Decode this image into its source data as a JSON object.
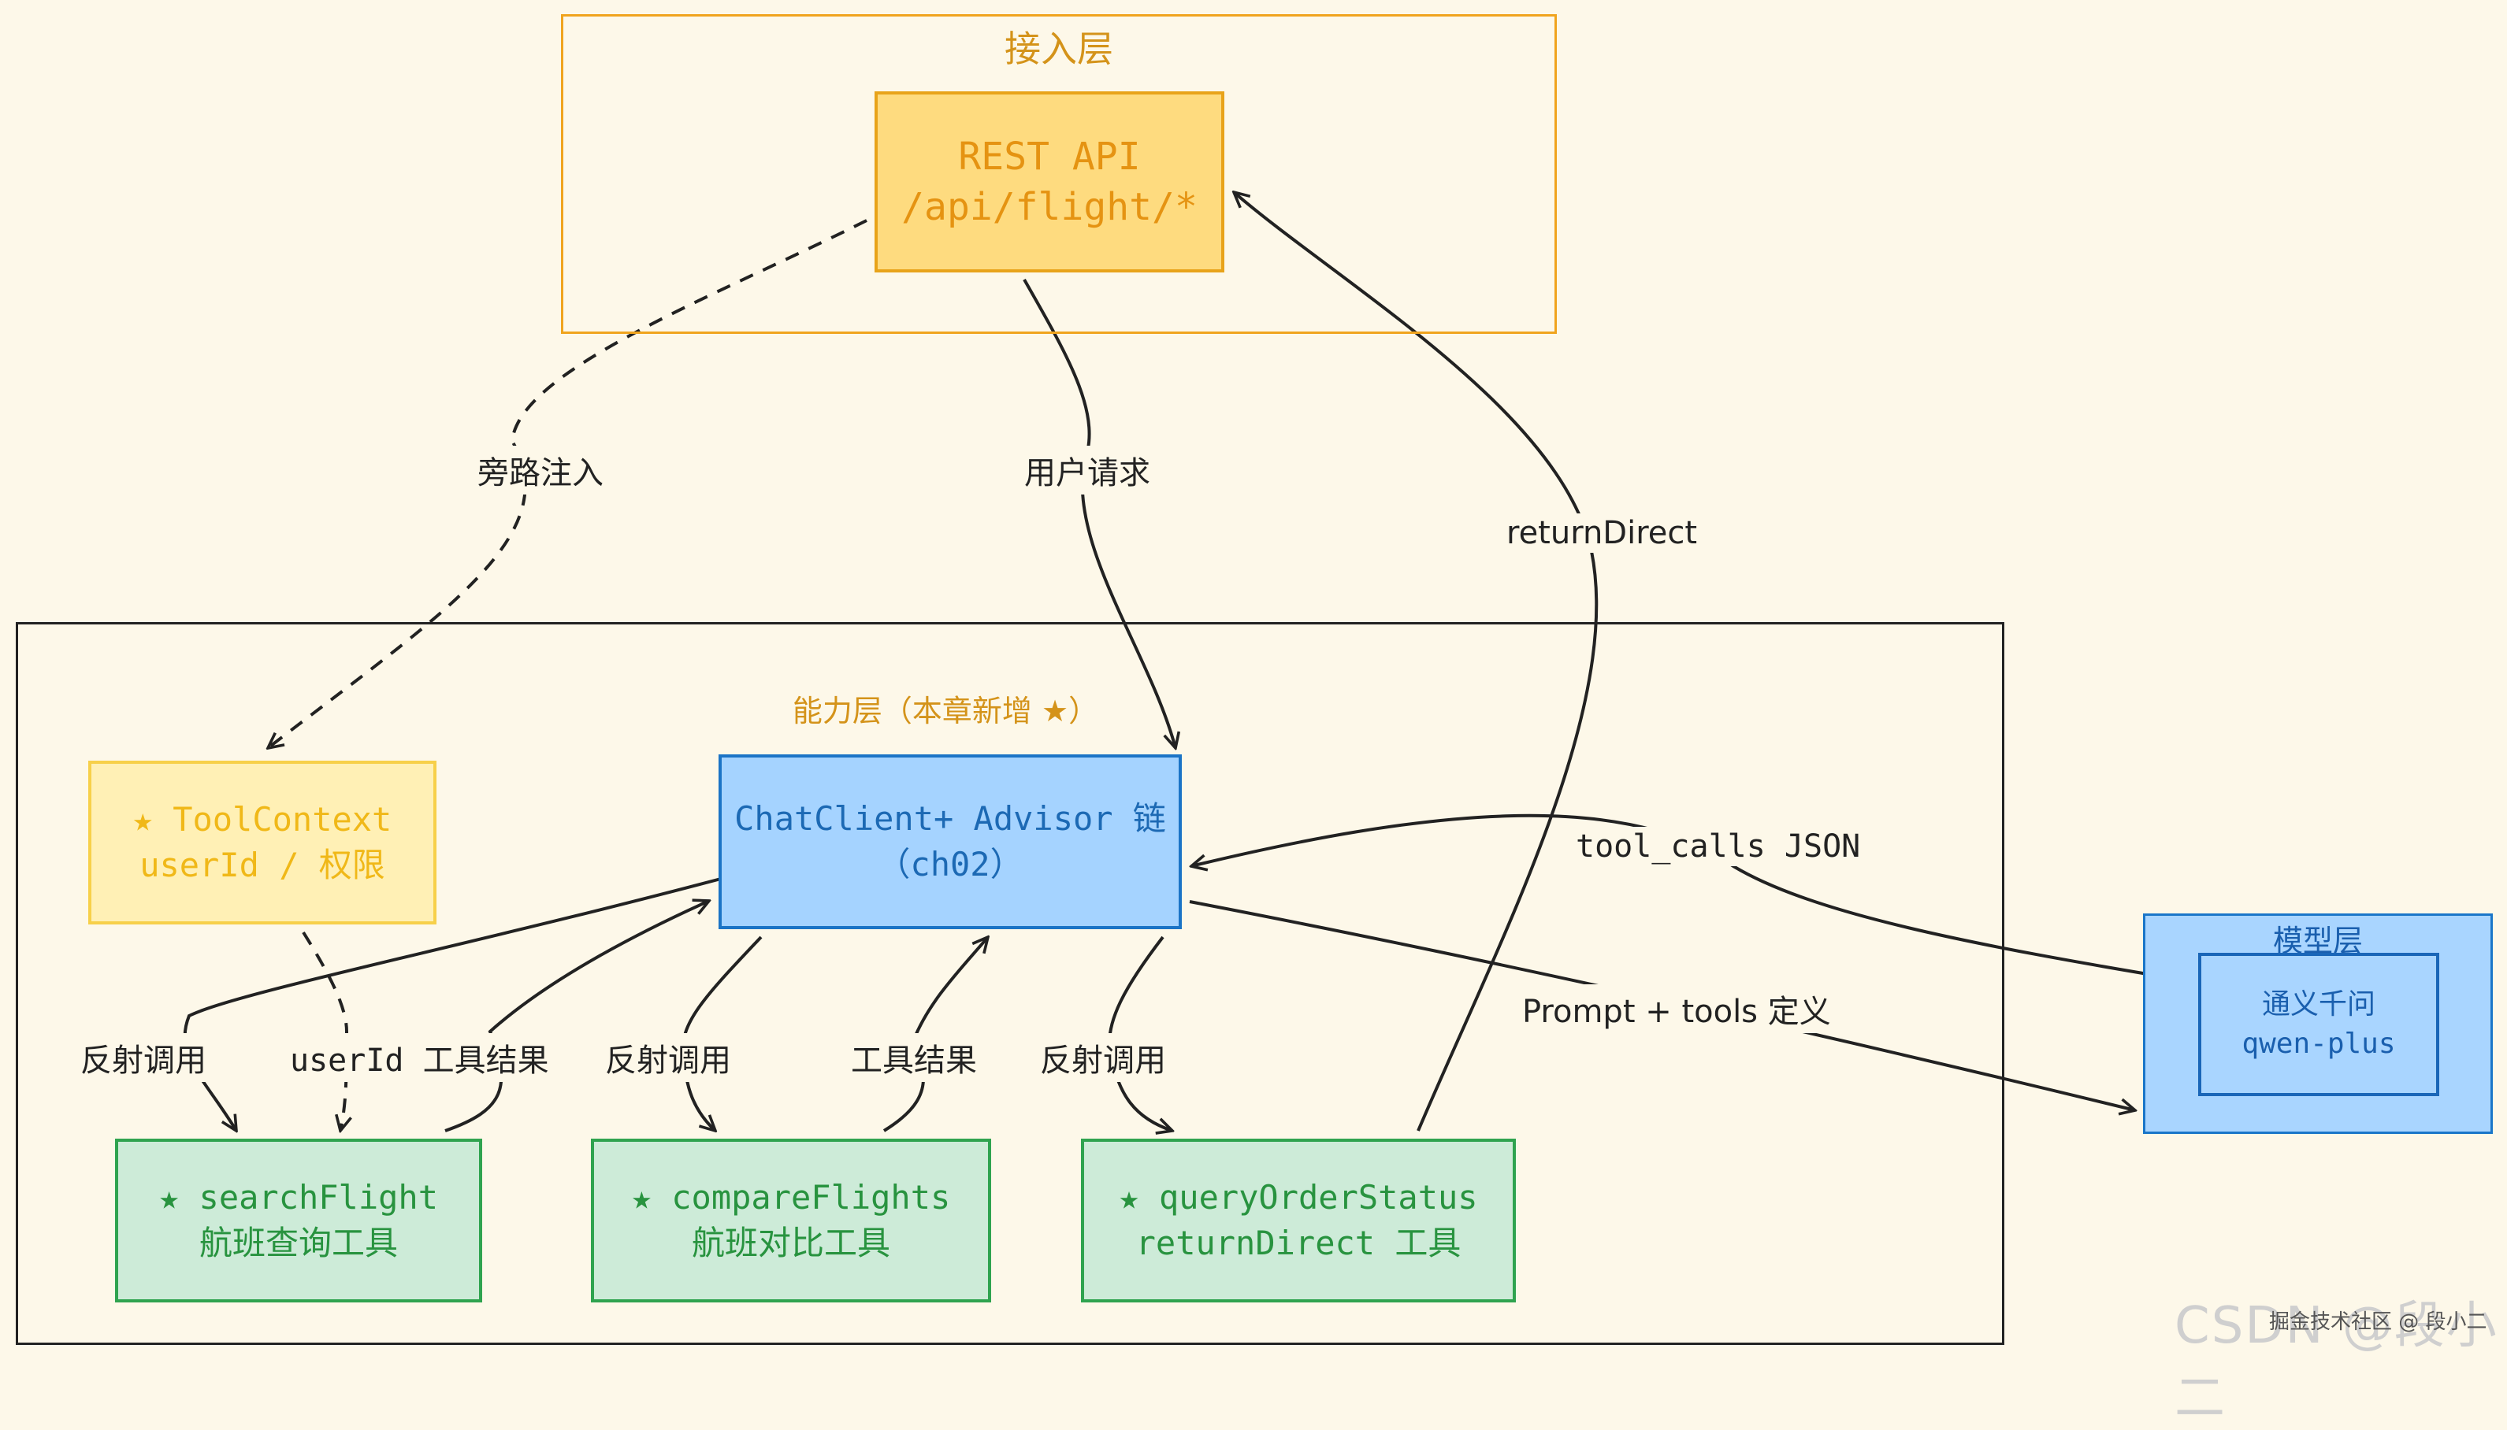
{
  "groups": {
    "access": "接入层",
    "capability": "能力层（本章新增 ★）",
    "model": "模型层"
  },
  "nodes": {
    "rest": {
      "line1": "REST API",
      "line2": "/api/flight/*"
    },
    "toolcontext": {
      "line1": "★ ToolContext",
      "line2": "userId / 权限"
    },
    "chatclient": {
      "line1": "ChatClient+ Advisor 链",
      "line2": "（ch02）"
    },
    "search": {
      "line1": "★ searchFlight",
      "line2": "航班查询工具"
    },
    "compare": {
      "line1": "★ compareFlights",
      "line2": "航班对比工具"
    },
    "query": {
      "line1": "★ queryOrderStatus",
      "line2": "returnDirect 工具"
    },
    "qwen": {
      "line1": "通义千问",
      "line2": "qwen-plus"
    }
  },
  "edges": {
    "bypass": "旁路注入",
    "user_request": "用户请求",
    "return_direct": "returnDirect",
    "tool_calls": "tool_calls JSON",
    "prompt_tools": "Prompt + tools 定义",
    "reflect1": "反射调用",
    "userid_result": "userId 工具结果",
    "reflect2": "反射调用",
    "tool_result": "工具结果",
    "reflect3": "反射调用"
  },
  "watermark": {
    "main": "CSDN @段小二",
    "sub": "掘金技术社区 @ 段小二"
  },
  "colors": {
    "background": "#fdf8e9",
    "access_border": "#f0a41e",
    "chat_fill": "#a5d3ff",
    "tool_fill": "#cdebd8",
    "toolcontext_fill": "#fff0b5",
    "model_fill": "#a9d5ff"
  }
}
